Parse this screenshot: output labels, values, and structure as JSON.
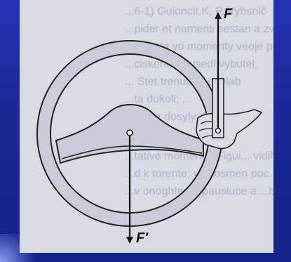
{
  "force_top_label": "F",
  "force_bottom_label": "F′",
  "background_text_lines": [
    "...6-1) Guioncit.K, P, Vybsnič",
    "...pider et namenti sestan a zvás, kan",
    "...u ronta vo momenty veoje podle",
    "...ciskeritelly usedl vybutel,",
    "... Stet trenut, ... o Olab",
    "...ta dukoli; ...",
    "...tals g dosyly dd",
    "",
    "...tative moments. Figui... vidih",
    "...d k torente, y soosmen poc. vacroj",
    "...v onoghted...  pausluce a ...bul."
  ],
  "colors": {
    "slide_background": "#1a2896",
    "figure_background": "#d9dbe4",
    "wheel_fill": "#c9ccd8",
    "stroke": "#222222"
  }
}
